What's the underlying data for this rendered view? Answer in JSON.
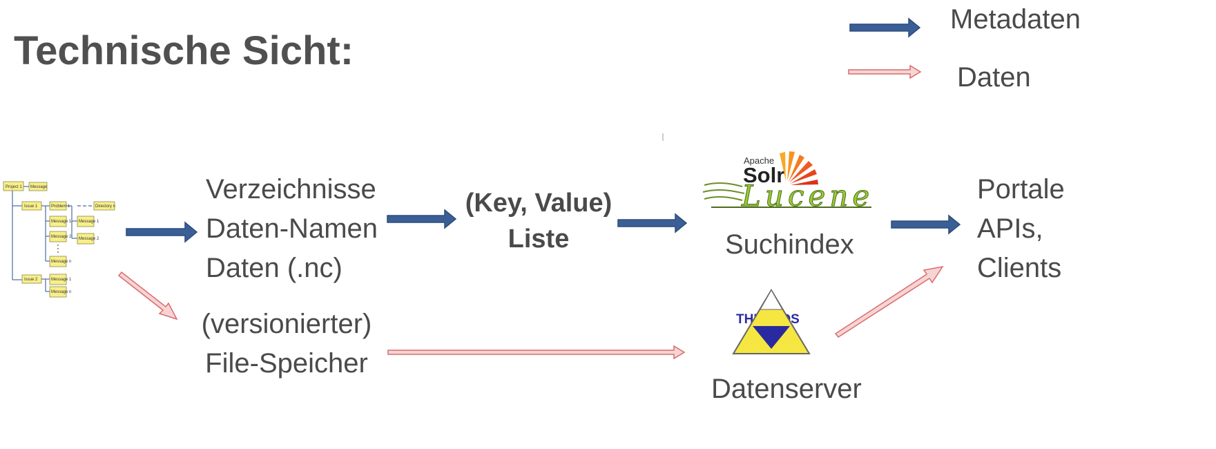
{
  "title": "Technische Sicht:",
  "legend": {
    "metadata_label": "Metadaten",
    "data_label": "Daten",
    "metadata_color": "#3a5f96",
    "data_color": "#e8a0a0"
  },
  "nodes": {
    "verzeichnisse": [
      "Verzeichnisse",
      "Daten-Namen",
      "Daten (.nc)"
    ],
    "filestore": [
      "(versionierter)",
      "File-Speicher"
    ],
    "keyvalue": [
      "(Key, Value)",
      "Liste"
    ],
    "suchindex": "Suchindex",
    "datenserver": "Datenserver",
    "portale": [
      "Portale",
      "APIs,",
      "Clients"
    ]
  },
  "logos": {
    "apache": "Apache",
    "solr": "Solr",
    "lucene": "Lucene",
    "thredds": "THREDDS"
  },
  "tree": {
    "project": "Project 1",
    "message": "Message",
    "issue1": "Issue 1",
    "issue2": "Issue 2",
    "problem": "Problem 1",
    "directory": "Directory n",
    "msg1": "Message 1",
    "msg2": "Message 2",
    "msgn": "Message n"
  }
}
